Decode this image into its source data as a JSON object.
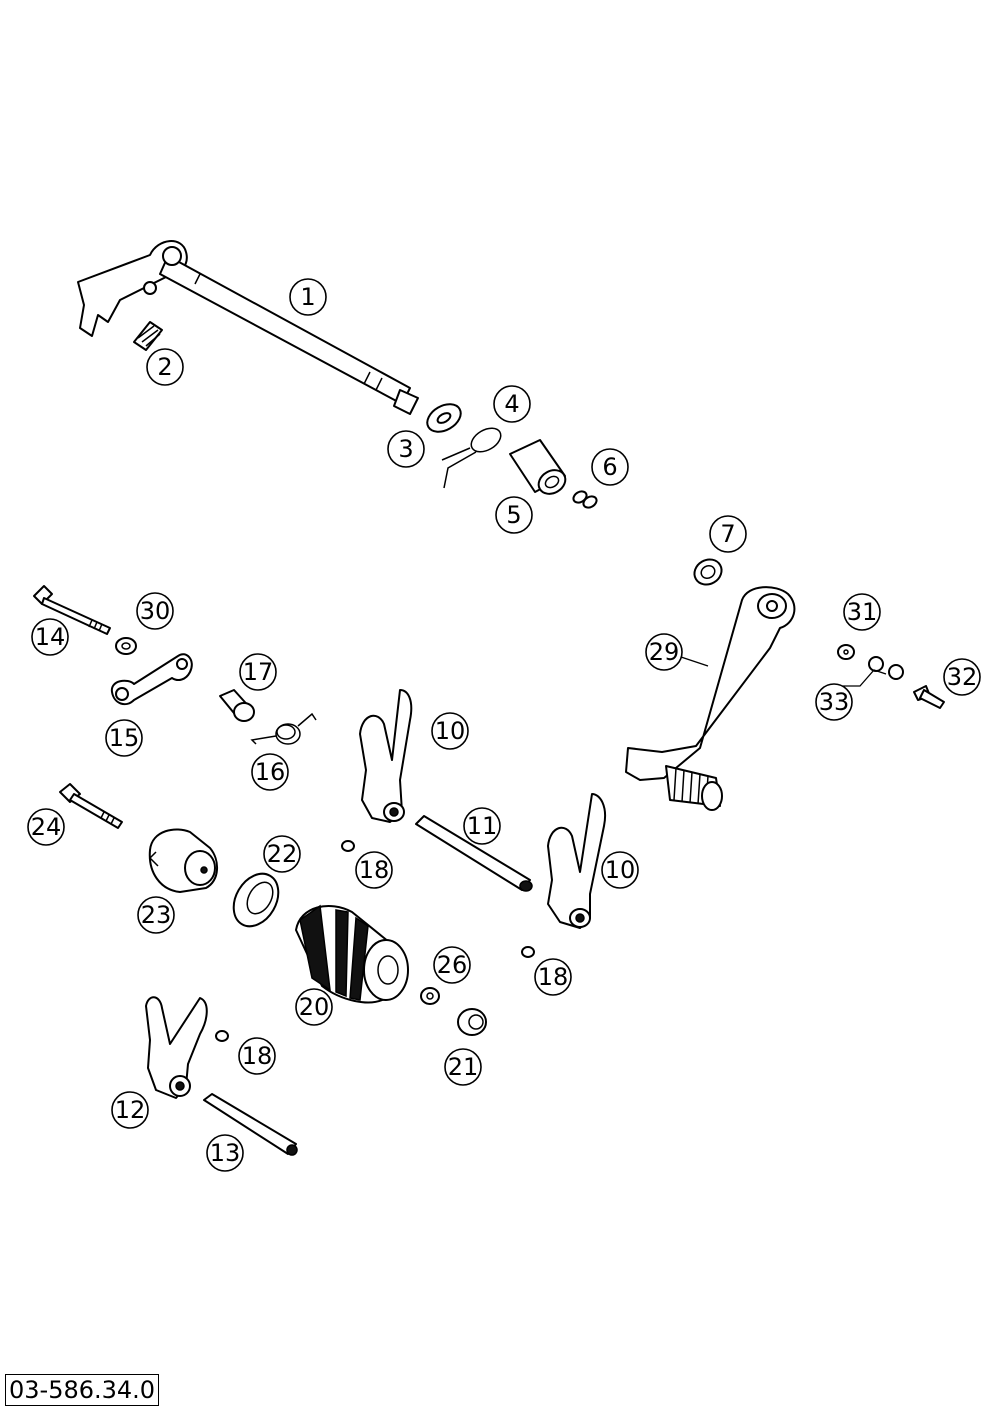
{
  "drawing_number": "03-586.34.0",
  "callouts": [
    "1",
    "2",
    "3",
    "4",
    "5",
    "6",
    "7",
    "10",
    "10",
    "11",
    "12",
    "13",
    "14",
    "15",
    "16",
    "17",
    "18",
    "18",
    "18",
    "20",
    "21",
    "22",
    "23",
    "24",
    "26",
    "29",
    "30",
    "31",
    "32",
    "33"
  ]
}
